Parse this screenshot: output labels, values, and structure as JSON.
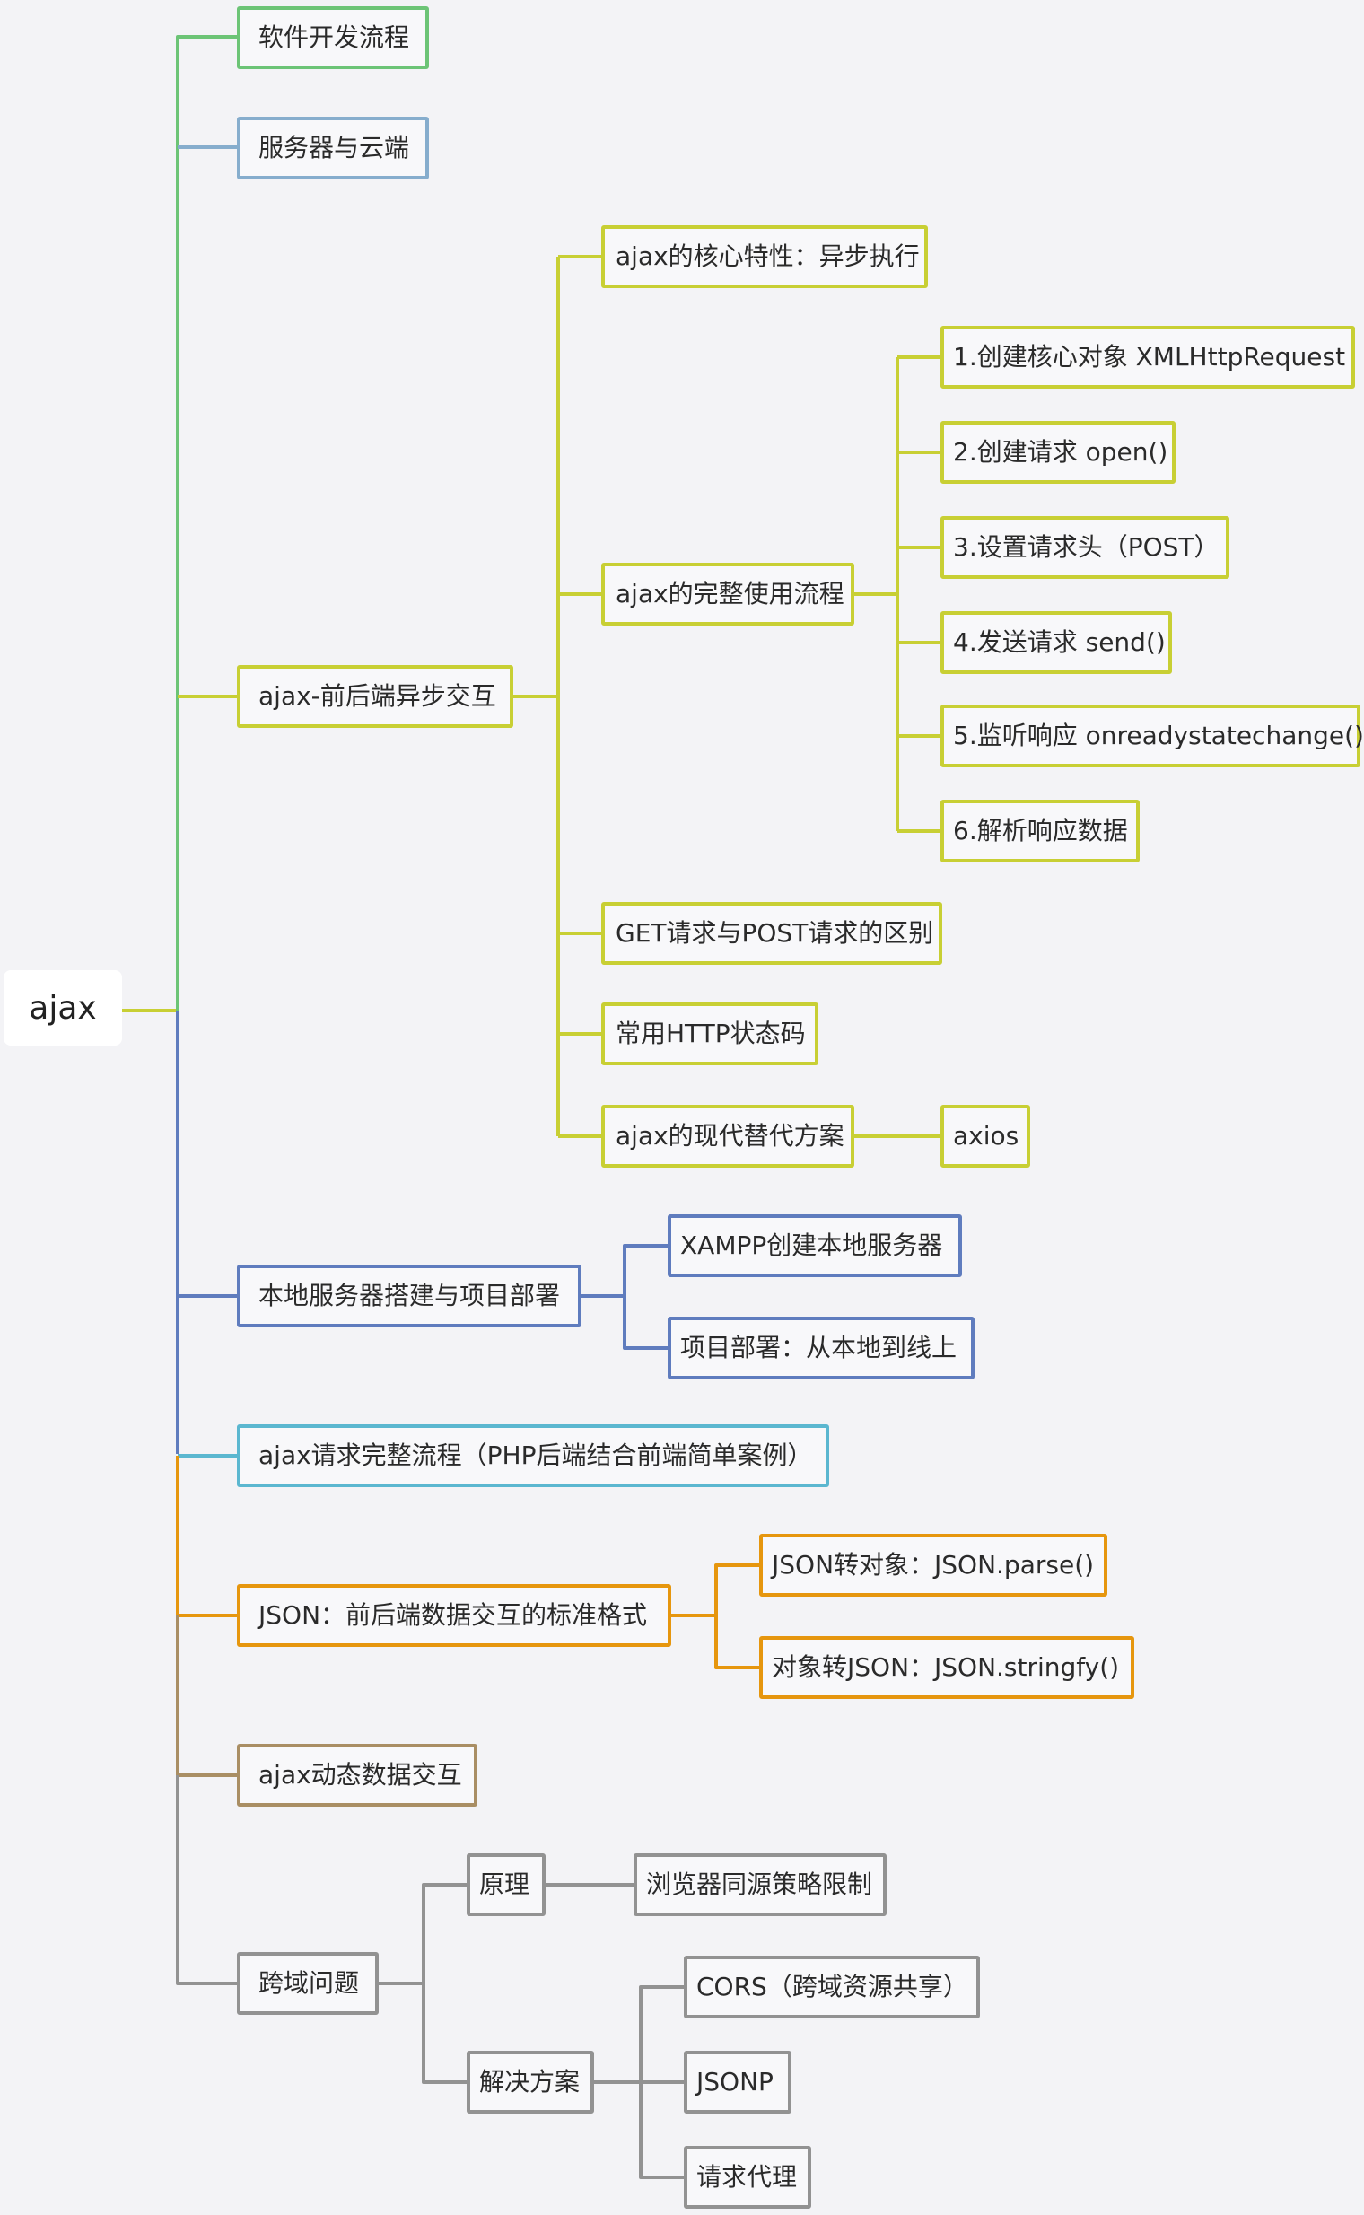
{
  "root": {
    "label": "ajax"
  },
  "branches": {
    "dev_process": {
      "label": "软件开发流程"
    },
    "server_cloud": {
      "label": "服务器与云端"
    },
    "ajax_async": {
      "label": "ajax-前后端异步交互",
      "children": {
        "core": {
          "label": "ajax的核心特性：异步执行"
        },
        "flow": {
          "label": "ajax的完整使用流程",
          "steps": [
            "1.创建核心对象 XMLHttpRequest",
            "2.创建请求 open()",
            "3.设置请求头（POST）",
            "4.发送请求 send()",
            "5.监听响应 onreadystatechange()",
            "6.解析响应数据"
          ]
        },
        "get_post": {
          "label": "GET请求与POST请求的区别"
        },
        "http_codes": {
          "label": "常用HTTP状态码"
        },
        "modern": {
          "label": "ajax的现代替代方案",
          "child": "axios"
        }
      }
    },
    "local_server": {
      "label": "本地服务器搭建与项目部署",
      "children": [
        "XAMPP创建本地服务器",
        "项目部署：从本地到线上"
      ]
    },
    "php_flow": {
      "label": "ajax请求完整流程（PHP后端结合前端简单案例）"
    },
    "json": {
      "label": "JSON：前后端数据交互的标准格式",
      "children": [
        "JSON转对象：JSON.parse()",
        "对象转JSON：JSON.stringfy()"
      ]
    },
    "dynamic": {
      "label": "ajax动态数据交互"
    },
    "cors": {
      "label": "跨域问题",
      "principle": {
        "label": "原理",
        "child": "浏览器同源策略限制"
      },
      "solutions": {
        "label": "解决方案",
        "children": [
          "CORS（跨域资源共享）",
          "JSONP",
          "请求代理"
        ]
      }
    }
  },
  "colors": {
    "green": "#6cc476",
    "light_blue": "#86adcd",
    "yellow": "#c8cf34",
    "blue": "#5f7cbe",
    "cyan": "#5bb7d0",
    "orange": "#e6960e",
    "brown": "#a98e64",
    "gray": "#929292"
  }
}
